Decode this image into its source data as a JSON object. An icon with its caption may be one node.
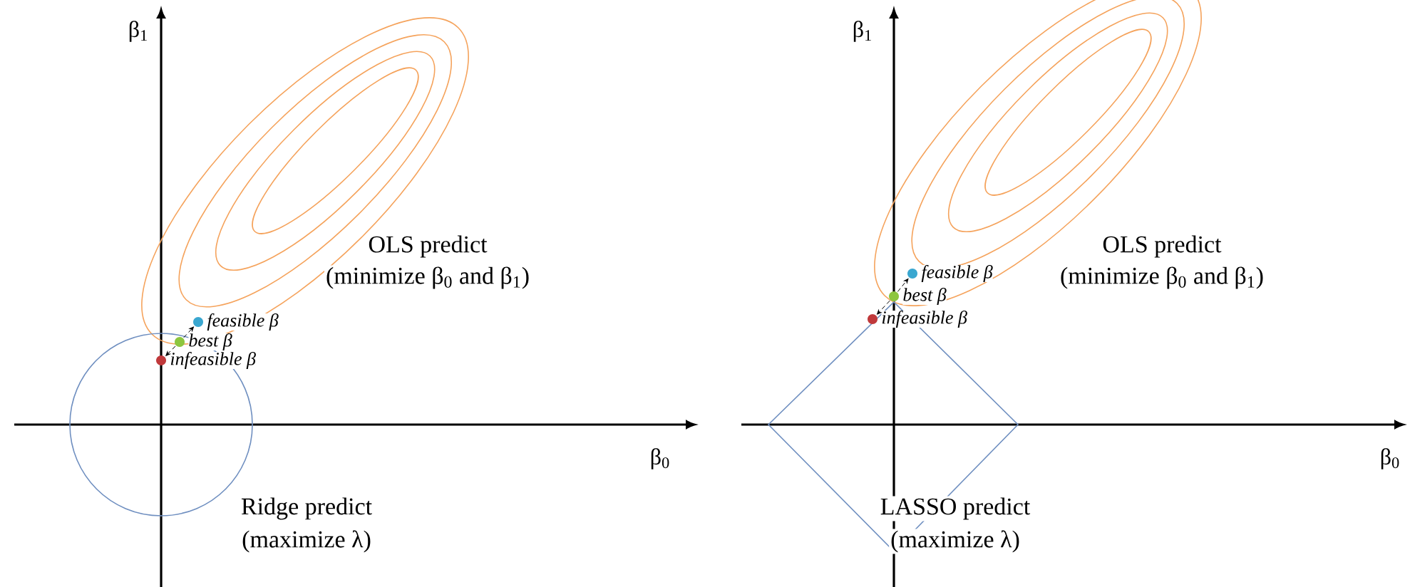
{
  "diagram": {
    "nodes": [
      {
        "text": [],
        "shape": "circle",
        "beside": [
          "feasible β"
        ]
      },
      {
        "text": [],
        "shape": "circle",
        "beside": [
          "best β"
        ]
      },
      {
        "text": [],
        "shape": "circle",
        "beside": [
          "infeasible β"
        ]
      },
      {
        "text": [],
        "shape": "circle",
        "beside": [
          "feasible β"
        ]
      },
      {
        "text": [],
        "shape": "circle",
        "beside": [
          "best β"
        ]
      },
      {
        "text": [],
        "shape": "circle",
        "beside": [
          "infeasible β"
        ]
      }
    ],
    "edges": [
      {
        "from": 1,
        "to": 0,
        "arrow": "to"
      },
      {
        "from": 1,
        "to": 2,
        "arrow": "to"
      },
      {
        "from": 4,
        "to": 3,
        "arrow": "to"
      },
      {
        "from": 4,
        "to": 5,
        "arrow": "to"
      }
    ],
    "labels": [
      "β$_{1}$",
      "β$_{0}$",
      "OLS predict",
      "(minimize β$_{0}$ and β$_{1}$)",
      "Ridge predict",
      "(maximize λ)",
      "β$_{1}$",
      "β$_{0}$",
      "OLS predict",
      "(minimize β$_{0}$ and β$_{1}$)",
      "LASSO predict",
      "(maximize λ)"
    ]
  }
}
